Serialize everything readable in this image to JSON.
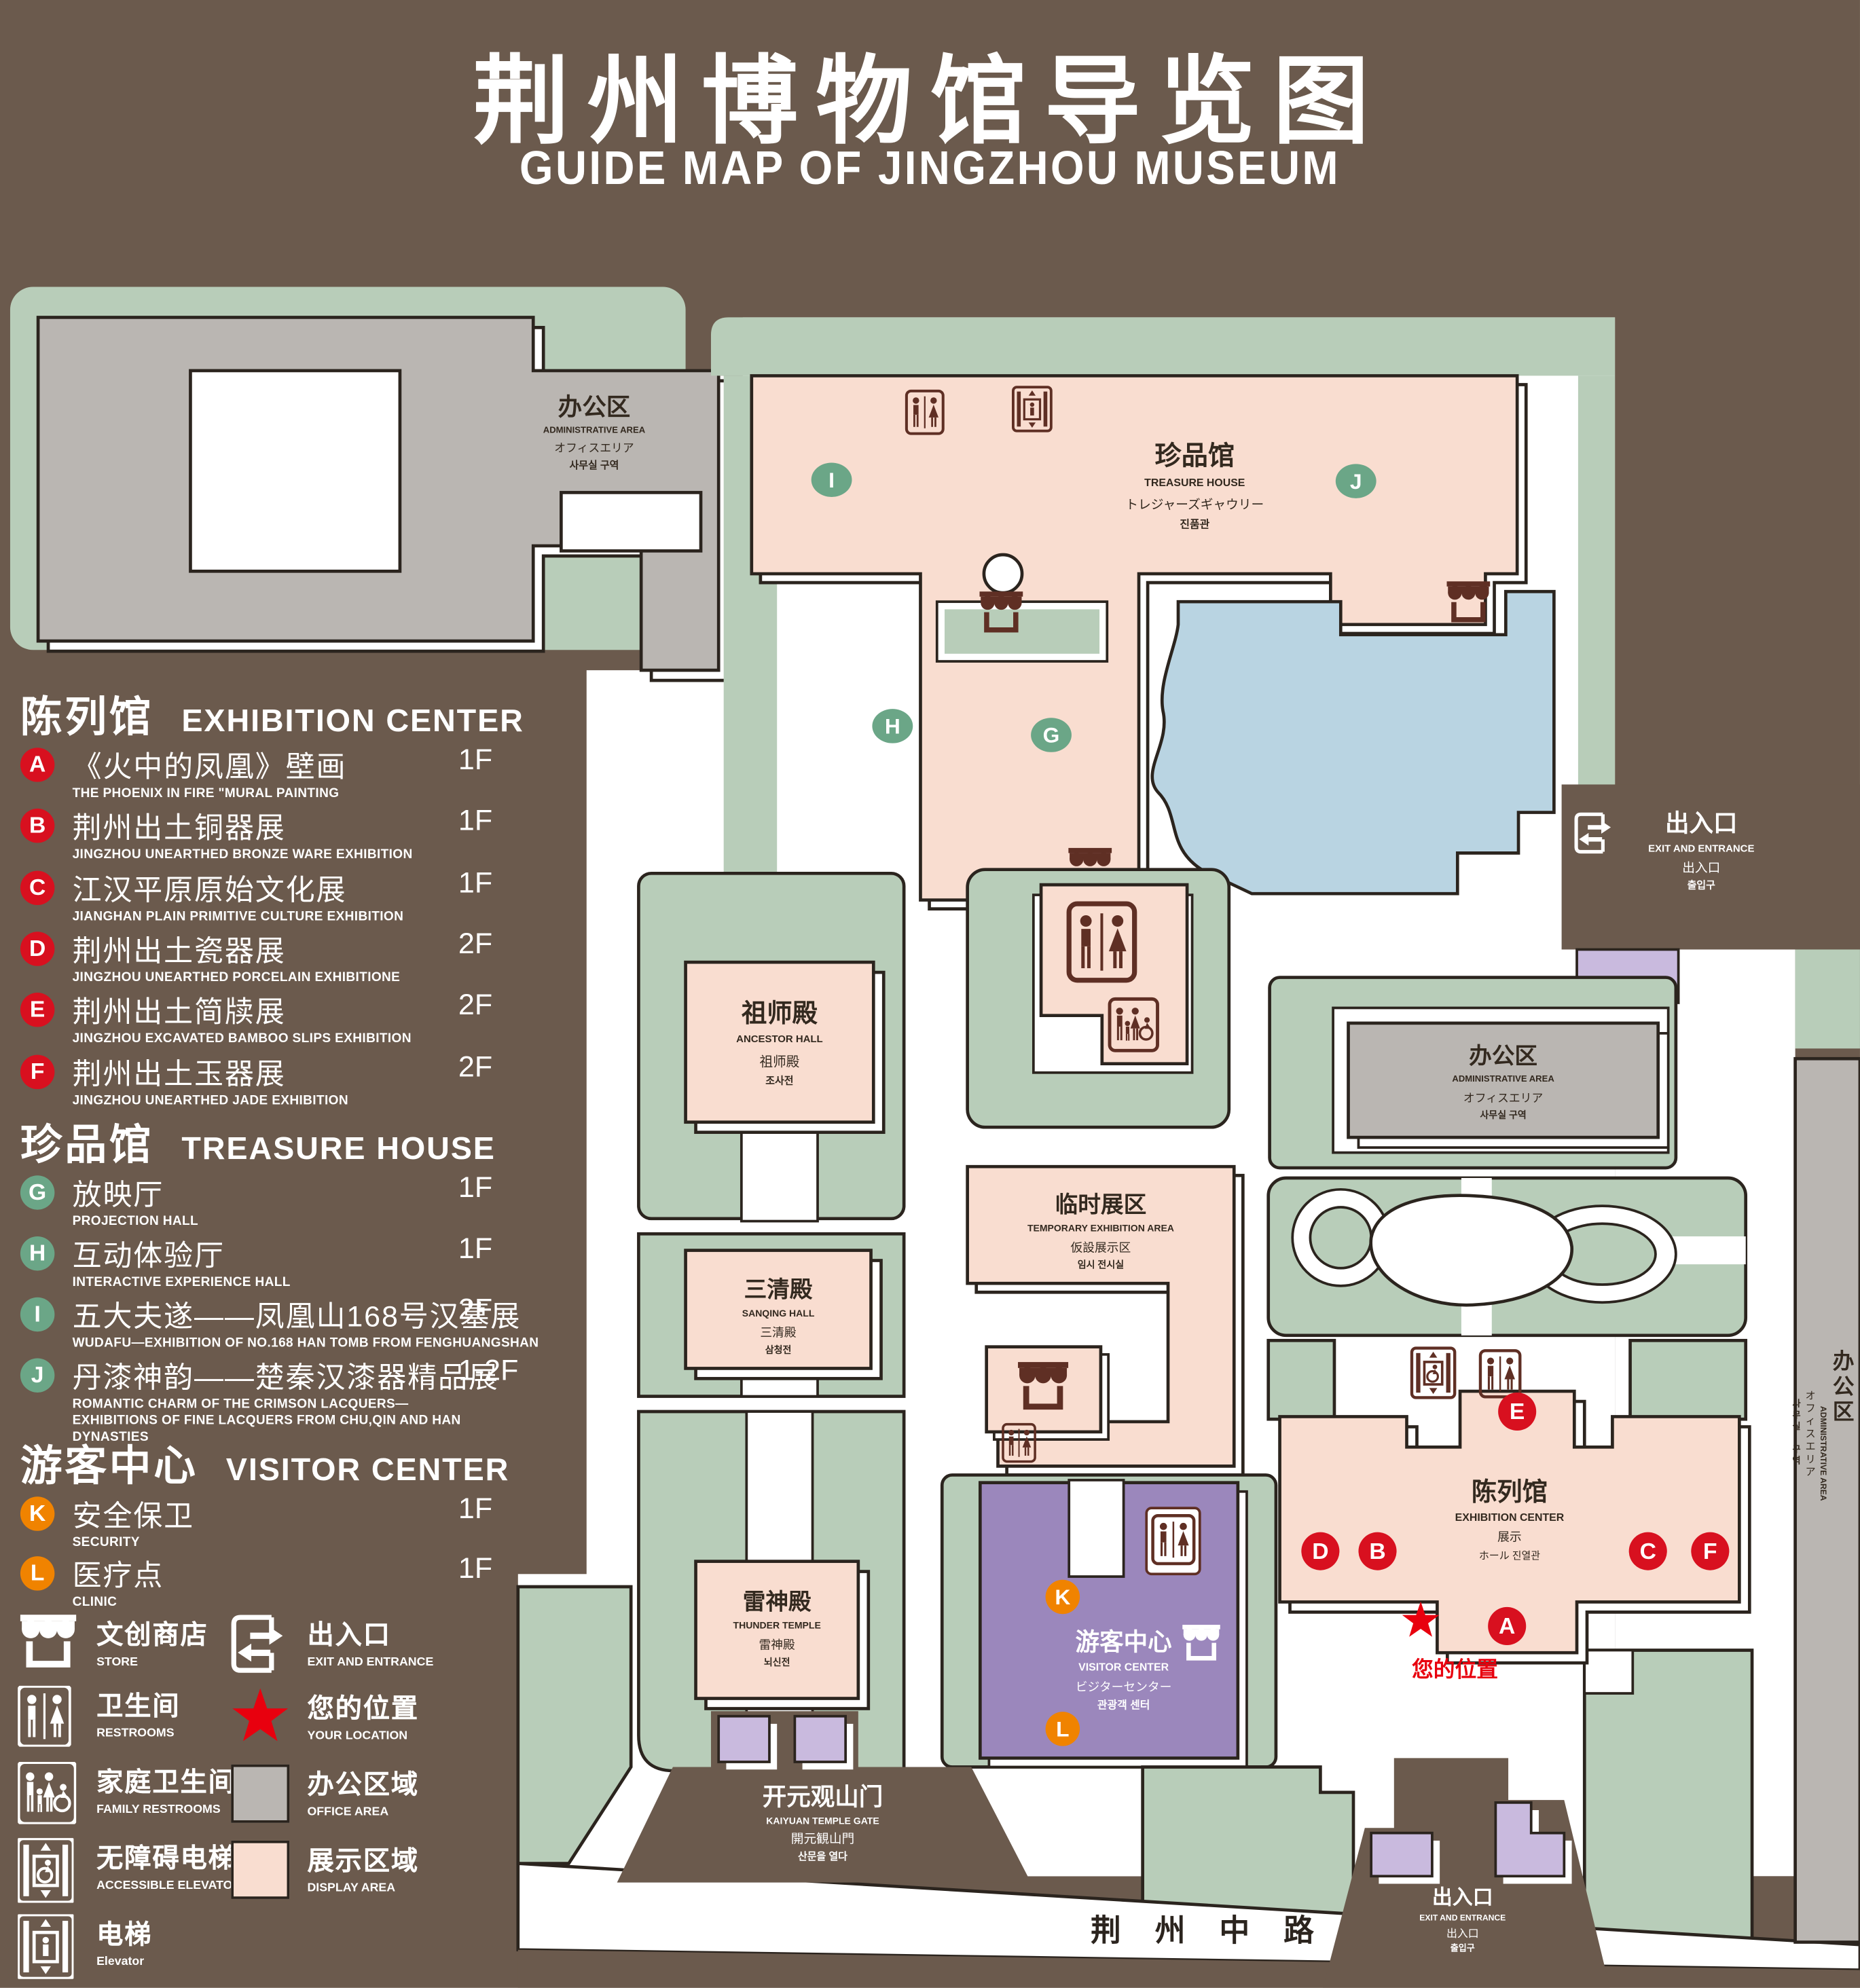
{
  "title": {
    "zh": "荆州博物馆导览图",
    "en": "GUIDE MAP OF JINGZHOU MUSEUM"
  },
  "colors": {
    "background": "#6b5a4d",
    "lawn": "#b8cdb9",
    "display_area": "#f9ddd0",
    "office_area": "#bab6b2",
    "pond": "#b9d4e2",
    "visitor": "#9b87bc",
    "gate_building": "#c9bade",
    "red": "#d8101f",
    "sage": "#6ba687",
    "orange": "#f08300",
    "icon_brown": "#5f2f24"
  },
  "legend": {
    "sections": [
      {
        "zh": "陈列馆",
        "en": "EXHIBITION CENTER",
        "items": [
          {
            "key": "A",
            "zh": "《火中的凤凰》壁画",
            "en": "THE PHOENIX IN FIRE \"MURAL PAINTING",
            "floor": "1F"
          },
          {
            "key": "B",
            "zh": "荆州出土铜器展",
            "en": "JINGZHOU UNEARTHED BRONZE WARE EXHIBITION",
            "floor": "1F"
          },
          {
            "key": "C",
            "zh": "江汉平原原始文化展",
            "en": "JIANGHAN PLAIN PRIMITIVE CULTURE EXHIBITION",
            "floor": "1F"
          },
          {
            "key": "D",
            "zh": "荆州出土瓷器展",
            "en": "JINGZHOU UNEARTHED PORCELAIN EXHIBITIONE",
            "floor": "2F"
          },
          {
            "key": "E",
            "zh": "荆州出土简牍展",
            "en": "JINGZHOU EXCAVATED BAMBOO SLIPS EXHIBITION",
            "floor": "2F"
          },
          {
            "key": "F",
            "zh": "荆州出土玉器展",
            "en": "JINGZHOU UNEARTHED JADE EXHIBITION",
            "floor": "2F"
          }
        ]
      },
      {
        "zh": "珍品馆",
        "en": "TREASURE HOUSE",
        "items": [
          {
            "key": "G",
            "zh": "放映厅",
            "en": "PROJECTION HALL",
            "floor": "1F"
          },
          {
            "key": "H",
            "zh": "互动体验厅",
            "en": "INTERACTIVE EXPERIENCE HALL",
            "floor": "1F"
          },
          {
            "key": "I",
            "zh": "五大夫遂——凤凰山168号汉墓展",
            "en": "WUDAFU—EXHIBITION OF NO.168 HAN TOMB FROM FENGHUANGSHAN",
            "floor": "2F"
          },
          {
            "key": "J",
            "zh": "丹漆神韵——楚秦汉漆器精品展",
            "en": "ROMANTIC CHARM OF THE CRIMSON LACQUERS—EXHIBITIONS OF FINE LACQUERS FROM CHU,QIN AND HAN DYNASTIES",
            "floor": "1-2F"
          }
        ]
      },
      {
        "zh": "游客中心",
        "en": "VISITOR CENTER",
        "items": [
          {
            "key": "K",
            "zh": "安全保卫",
            "en": "SECURITY",
            "floor": "1F"
          },
          {
            "key": "L",
            "zh": "医疗点",
            "en": "CLINIC",
            "floor": "1F"
          }
        ]
      }
    ],
    "symbols": [
      {
        "icon": "store-icon",
        "zh": "文创商店",
        "en": "STORE"
      },
      {
        "icon": "restroom-icon",
        "zh": "卫生间",
        "en": "RESTROOMS"
      },
      {
        "icon": "family-restroom-icon",
        "zh": "家庭卫生间",
        "en": "FAMILY RESTROOMS"
      },
      {
        "icon": "accessible-elevator-icon",
        "zh": "无障碍电梯",
        "en": "ACCESSIBLE ELEVATOR"
      },
      {
        "icon": "elevator-icon",
        "zh": "电梯",
        "en": "Elevator"
      },
      {
        "icon": "exit-icon",
        "zh": "出入口",
        "en": "EXIT AND ENTRANCE"
      },
      {
        "icon": "location-star-icon",
        "zh": "您的位置",
        "en": "YOUR LOCATION"
      },
      {
        "icon": "office-area-swatch",
        "zh": "办公区域",
        "en": "OFFICE AREA"
      },
      {
        "icon": "display-area-swatch",
        "zh": "展示区域",
        "en": "DISPLAY AREA"
      }
    ]
  },
  "map": {
    "letters": {
      "A": "A",
      "B": "B",
      "C": "C",
      "D": "D",
      "E": "E",
      "F": "F",
      "G": "G",
      "H": "H",
      "I": "I",
      "J": "J",
      "K": "K",
      "L": "L"
    },
    "admin_nw": {
      "zh": "办公区",
      "en": "ADMINISTRATIVE AREA",
      "ja": "オフィスエリア",
      "ko": "사무실 구역"
    },
    "treasure": {
      "zh": "珍品馆",
      "en": "TREASURE HOUSE",
      "ja": "トレジャーズギャウリー",
      "ko": "진품관"
    },
    "exit_right": {
      "zh": "出入口",
      "en": "EXIT AND ENTRANCE",
      "zh2": "出入口",
      "ko": "출입구"
    },
    "admin_e": {
      "zh": "办公区",
      "en": "ADMINISTRATIVE AREA",
      "ja": "オフィスエリア",
      "ko": "사무실 구역"
    },
    "admin_strip": {
      "zh": "办公区",
      "en": "ADMINISTRATIVE AREA",
      "ja": "オフィスエリア",
      "ko": "사무실 구역"
    },
    "ancestor": {
      "zh": "祖师殿",
      "en": "ANCESTOR HALL",
      "ja": "祖师殿",
      "ko": "조사전"
    },
    "temporary": {
      "zh": "临时展区",
      "en": "TEMPORARY EXHIBITION AREA",
      "ja": "仮設展示区",
      "ko": "임시 전시실"
    },
    "sanqing": {
      "zh": "三清殿",
      "en": "SANQING HALL",
      "ja": "三清殿",
      "ko": "삼청전"
    },
    "thunder": {
      "zh": "雷神殿",
      "en": "THUNDER TEMPLE",
      "ja": "雷神殿",
      "ko": "뇌신전"
    },
    "visitor": {
      "zh": "游客中心",
      "en": "VISITOR CENTER",
      "ja": "ビジターセンター",
      "ko": "관광객 센터"
    },
    "exhibition": {
      "zh": "陈列馆",
      "en": "EXHIBITION CENTER",
      "l3": "展示",
      "l4": "ホール 진열관"
    },
    "location": {
      "zh": "您的位置"
    },
    "gate": {
      "zh": "开元观山门",
      "en": "KAIYUAN TEMPLE GATE",
      "ja": "開元観山門",
      "ko": "산문을 열다"
    },
    "exit_bottom": {
      "zh": "出入口",
      "en": "EXIT AND ENTRANCE",
      "zh2": "出入口",
      "ko": "출입구"
    },
    "road": {
      "zh": "荆 州 中 路"
    }
  }
}
